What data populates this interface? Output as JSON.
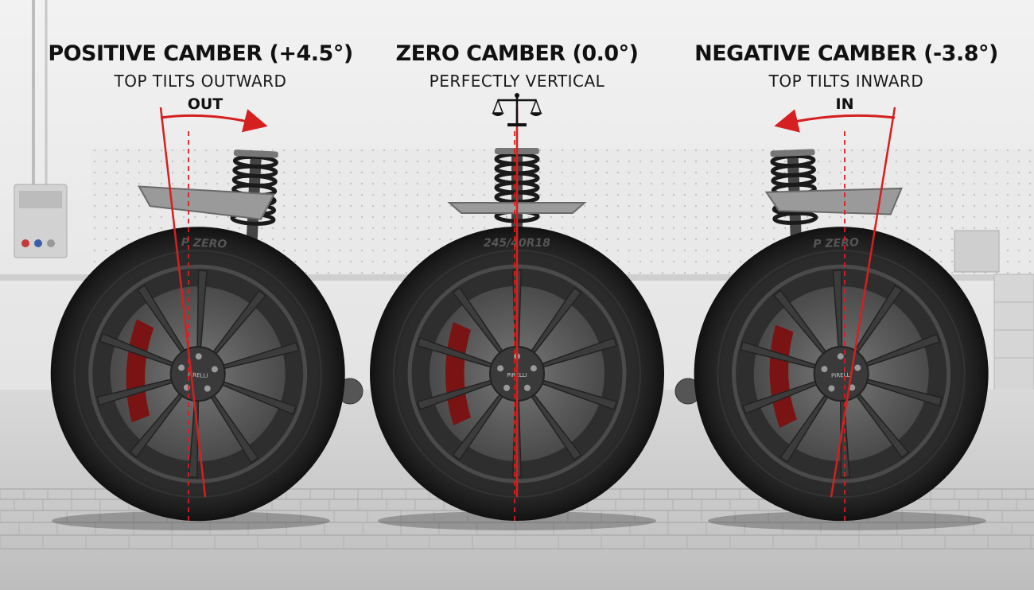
{
  "panels": [
    {
      "title": "POSITIVE CAMBER (+4.5°)",
      "subtitle": "TOP TILTS OUTWARD",
      "direction_label": "OUT",
      "angle_deg": 4.5,
      "tire_text": "P ZERO",
      "hub_text": "PIRELLI"
    },
    {
      "title": "ZERO CAMBER (0.0°)",
      "subtitle": "PERFECTLY VERTICAL",
      "direction_label": "",
      "icon": "balance-scale-icon",
      "angle_deg": 0.0,
      "tire_text": "245/40R18",
      "hub_text": "PIRELLI"
    },
    {
      "title": "NEGATIVE CAMBER (-3.8°)",
      "subtitle": "TOP TILTS INWARD",
      "direction_label": "IN",
      "angle_deg": -3.8,
      "tire_text": "P ZERO",
      "hub_text": "PIRELLI"
    }
  ],
  "colors": {
    "accent_red": "#d61f1f",
    "caliper": "#7a1414",
    "tire": "#222222",
    "rim": "#3a3a3a",
    "floor": "#cfcfcf"
  }
}
